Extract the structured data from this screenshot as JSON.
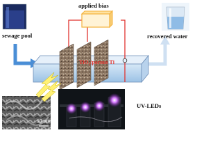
{
  "labels": {
    "applied_bias": "applied bias",
    "sewage_pool": "sewage pool",
    "recovered_water": "recovered water",
    "electrode": "TiO₂/porous Ti",
    "uv_leds": "UV-LEDs",
    "scale_bar": "10 µm"
  },
  "colors": {
    "wire": "#e0332e",
    "bias_box": "#f4b23c",
    "arrow_blue": "#4a8ed6",
    "arrow_light": "#cfe0f2",
    "reactor_edge": "#6f8fb8",
    "led_photo_bg": "#101418",
    "lightning": "#fff176"
  }
}
